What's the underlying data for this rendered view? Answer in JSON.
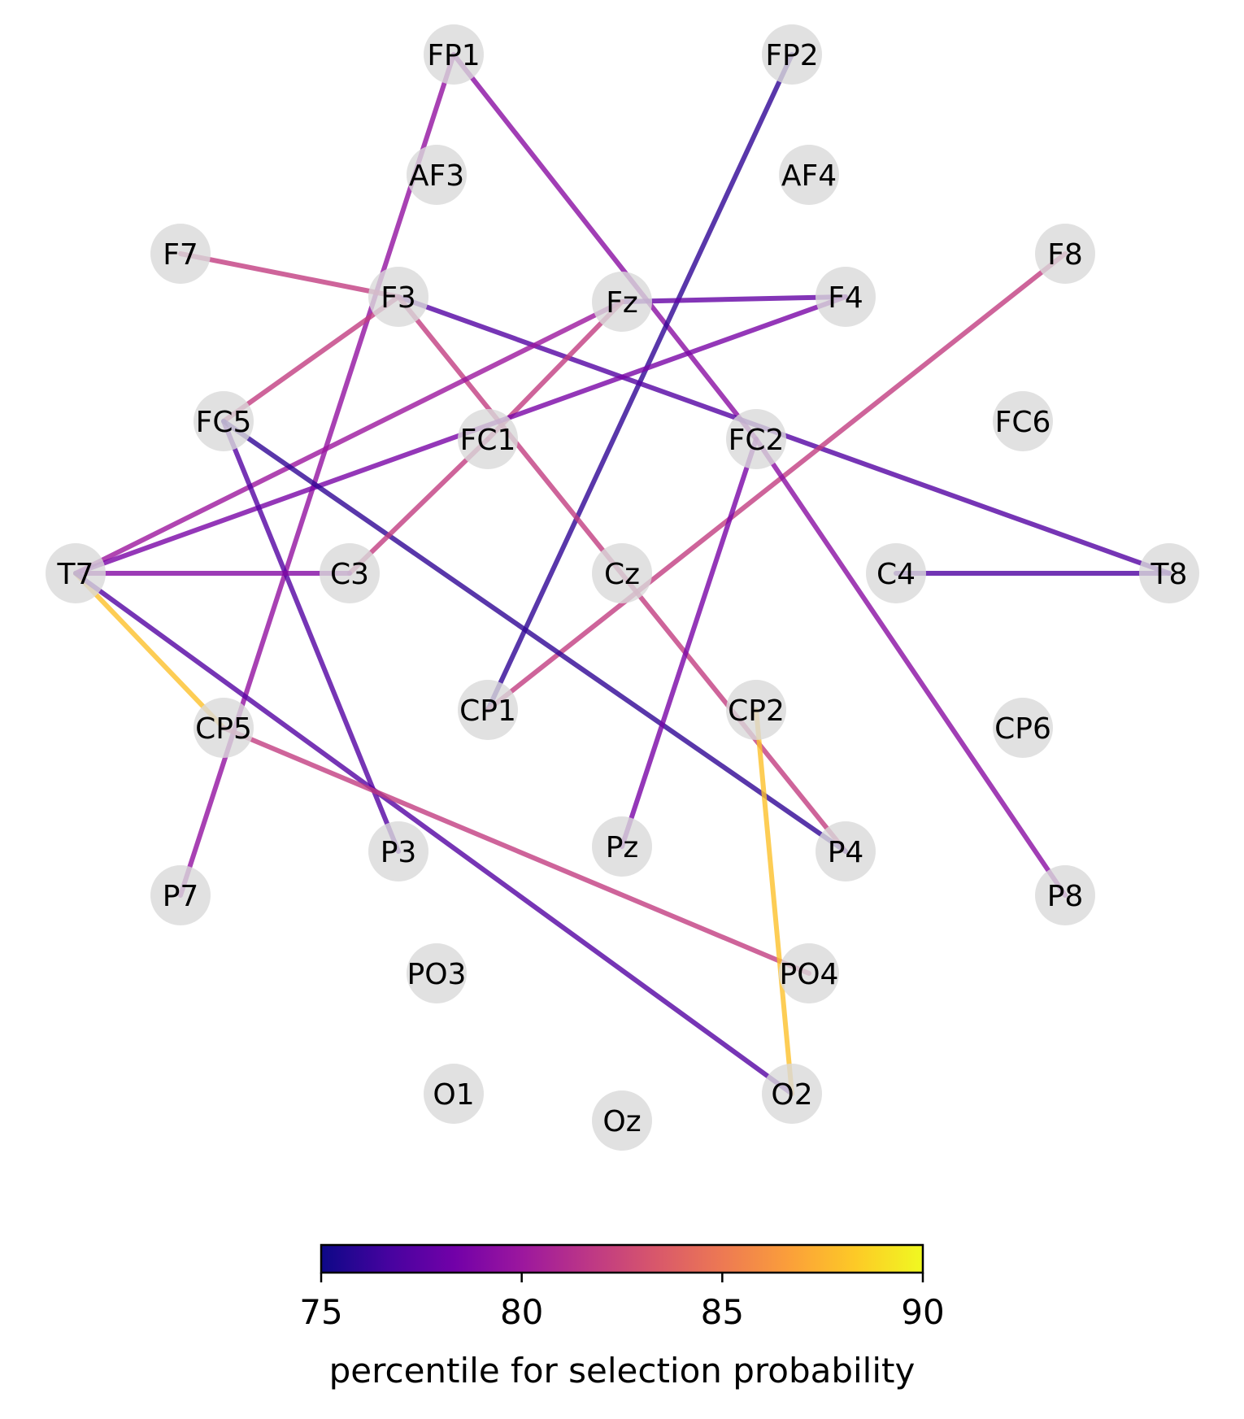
{
  "colorbar": {
    "label": "percentile for selection probability",
    "min": 75,
    "max": 90,
    "ticks": [
      "75",
      "80",
      "85",
      "90"
    ],
    "colormap": "plasma",
    "stops": [
      "#0d0887",
      "#46039f",
      "#7201a8",
      "#9c179e",
      "#bd3786",
      "#d8576b",
      "#ed7953",
      "#fb9f3a",
      "#fdca26",
      "#f0f921"
    ]
  },
  "node_style": {
    "fill": "#d9d9d9"
  },
  "nodes": [
    {
      "id": "FP1",
      "label": "FP1"
    },
    {
      "id": "FP2",
      "label": "FP2"
    },
    {
      "id": "AF3",
      "label": "AF3"
    },
    {
      "id": "AF4",
      "label": "AF4"
    },
    {
      "id": "F7",
      "label": "F7"
    },
    {
      "id": "F3",
      "label": "F3"
    },
    {
      "id": "Fz",
      "label": "Fz"
    },
    {
      "id": "F4",
      "label": "F4"
    },
    {
      "id": "F8",
      "label": "F8"
    },
    {
      "id": "FC5",
      "label": "FC5"
    },
    {
      "id": "FC1",
      "label": "FC1"
    },
    {
      "id": "FC2",
      "label": "FC2"
    },
    {
      "id": "FC6",
      "label": "FC6"
    },
    {
      "id": "T7",
      "label": "T7"
    },
    {
      "id": "C3",
      "label": "C3"
    },
    {
      "id": "Cz",
      "label": "Cz"
    },
    {
      "id": "C4",
      "label": "C4"
    },
    {
      "id": "T8",
      "label": "T8"
    },
    {
      "id": "CP5",
      "label": "CP5"
    },
    {
      "id": "CP1",
      "label": "CP1"
    },
    {
      "id": "CP2",
      "label": "CP2"
    },
    {
      "id": "CP6",
      "label": "CP6"
    },
    {
      "id": "P7",
      "label": "P7"
    },
    {
      "id": "P3",
      "label": "P3"
    },
    {
      "id": "Pz",
      "label": "Pz"
    },
    {
      "id": "P4",
      "label": "P4"
    },
    {
      "id": "P8",
      "label": "P8"
    },
    {
      "id": "PO3",
      "label": "PO3"
    },
    {
      "id": "PO4",
      "label": "PO4"
    },
    {
      "id": "O1",
      "label": "O1"
    },
    {
      "id": "Oz",
      "label": "Oz"
    },
    {
      "id": "O2",
      "label": "O2"
    }
  ],
  "edges": [
    {
      "from": "FP1",
      "to": "P7",
      "value": 79.6
    },
    {
      "from": "FP1",
      "to": "FC2",
      "value": 79.3
    },
    {
      "from": "FP2",
      "to": "CP1",
      "value": 76.0
    },
    {
      "from": "F7",
      "to": "F3",
      "value": 82.0
    },
    {
      "from": "F3",
      "to": "FC5",
      "value": 82.0
    },
    {
      "from": "F3",
      "to": "T8",
      "value": 77.2
    },
    {
      "from": "F3",
      "to": "P4",
      "value": 82.0
    },
    {
      "from": "Fz",
      "to": "F4",
      "value": 77.8
    },
    {
      "from": "Fz",
      "to": "T7",
      "value": 80.0
    },
    {
      "from": "Fz",
      "to": "FC1",
      "value": 82.0
    },
    {
      "from": "F4",
      "to": "T7",
      "value": 78.6
    },
    {
      "from": "F8",
      "to": "CP1",
      "value": 82.0
    },
    {
      "from": "FC5",
      "to": "P3",
      "value": 77.2
    },
    {
      "from": "FC5",
      "to": "P4",
      "value": 76.0
    },
    {
      "from": "FC1",
      "to": "C3",
      "value": 82.0
    },
    {
      "from": "FC2",
      "to": "Pz",
      "value": 78.6
    },
    {
      "from": "FC2",
      "to": "P8",
      "value": 79.3
    },
    {
      "from": "T7",
      "to": "C3",
      "value": 79.0
    },
    {
      "from": "T7",
      "to": "CP5",
      "value": 88.0
    },
    {
      "from": "T7",
      "to": "O2",
      "value": 77.2
    },
    {
      "from": "C4",
      "to": "T8",
      "value": 77.0
    },
    {
      "from": "CP5",
      "to": "PO4",
      "value": 82.0
    },
    {
      "from": "CP2",
      "to": "O2",
      "value": 88.0
    }
  ]
}
